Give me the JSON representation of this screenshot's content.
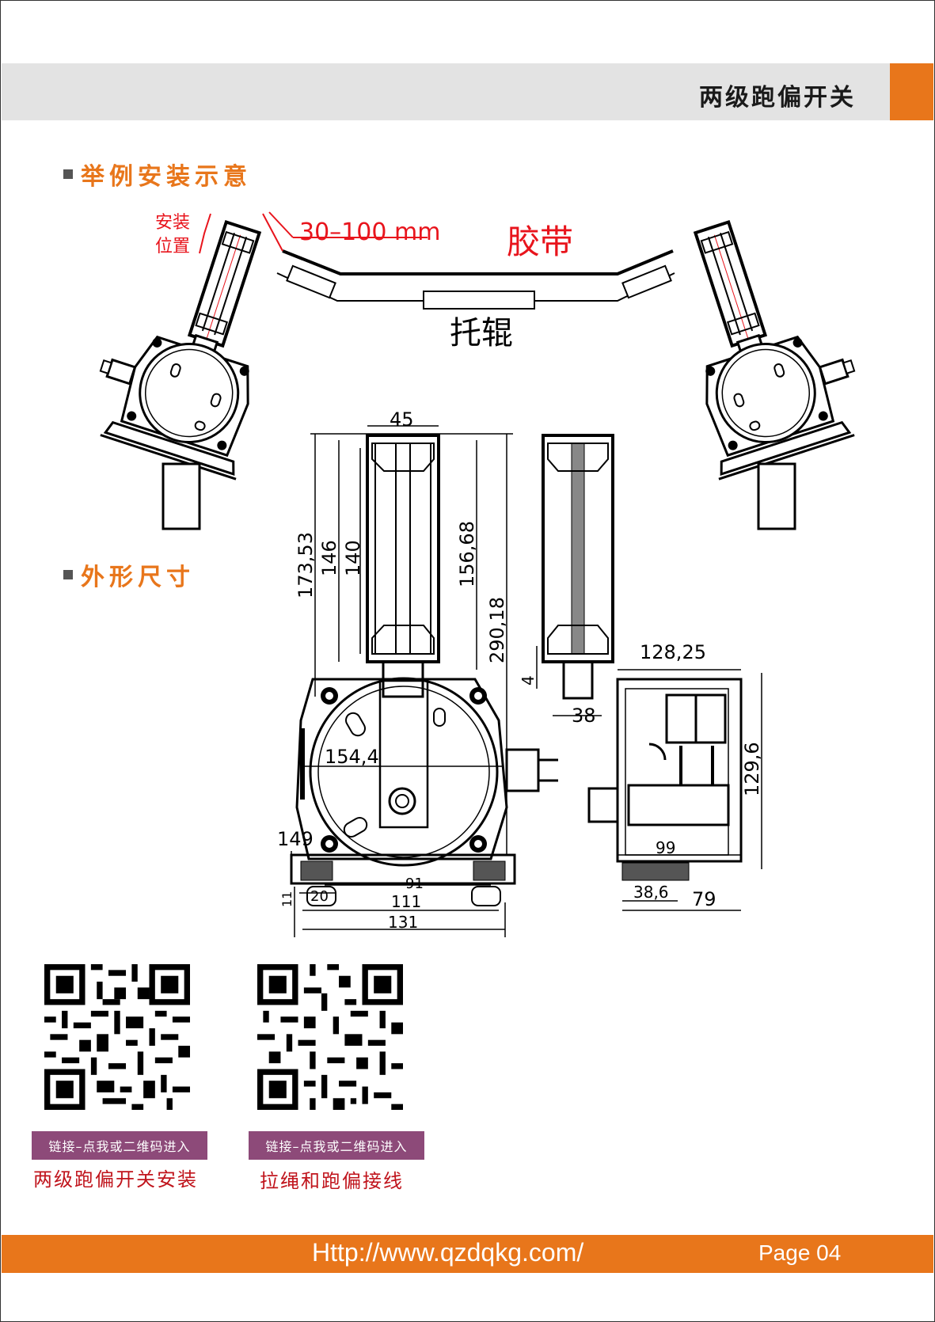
{
  "header": {
    "title": "两级跑偏开关"
  },
  "sections": {
    "install": "举例安装示意",
    "dimensions": "外形尺寸"
  },
  "install_diagram": {
    "mount_label_line1": "安装",
    "mount_label_line2": "位置",
    "gap": "30–100 mm",
    "belt": "胶带",
    "roller": "托辊"
  },
  "dimensions": {
    "d45": "45",
    "d173": "173,53",
    "d146": "146",
    "d140": "140",
    "d156": "156,68",
    "d290": "290,18",
    "d154": "154,4",
    "d149": "149",
    "d91": "91",
    "d20": "20",
    "d11": "11",
    "d111": "111",
    "d131": "131",
    "d4": "4",
    "d38": "38",
    "d128": "128,25",
    "d129": "129,6",
    "d99": "99",
    "d38_6": "38,6",
    "d79": "79"
  },
  "qr_links": [
    {
      "tag": "链接–点我或二维码进入",
      "caption": "两级跑偏开关安装"
    },
    {
      "tag": "链接–点我或二维码进入",
      "caption": "拉绳和跑偏接线"
    }
  ],
  "footer": {
    "url": "Http://www.qzdqkg.com/",
    "page": "Page 04"
  },
  "colors": {
    "accent": "#e8761b",
    "header_bg": "#e3e3e3",
    "red": "#e8141c",
    "tag_bg": "#8d4a79"
  }
}
